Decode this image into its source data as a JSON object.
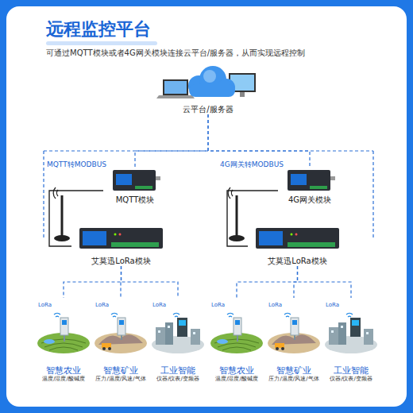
{
  "diagram": {
    "title": "远程监控平台",
    "caption": "可通过MQTT模块或者4G网关模块连接云平台/服务器，从而实现远程控制",
    "nodes": [
      {
        "text": [
          "云平台/服务器"
        ]
      },
      {
        "text": [
          "MQTT模块"
        ]
      },
      {
        "text": [
          "艾莫迅LoRa模块"
        ]
      },
      {
        "text": [
          "4G网关模块"
        ]
      },
      {
        "text": [
          "艾莫迅LoRa模块"
        ]
      },
      {
        "text": [
          "智慧农业",
          "温度/湿度/酸碱度"
        ]
      },
      {
        "text": [
          "智慧矿业",
          "压力/温度/风速/气体"
        ]
      },
      {
        "text": [
          "工业智能",
          "仪器/仪表/变频器"
        ]
      },
      {
        "text": [
          "智慧农业",
          "温度/湿度/酸碱度"
        ]
      },
      {
        "text": [
          "智慧矿业",
          "压力/温度/风速/气体"
        ]
      },
      {
        "text": [
          "工业智能",
          "仪器/仪表/变频器"
        ]
      }
    ],
    "edges": [
      {
        "from": 0,
        "to": 1,
        "arrow": "none"
      },
      {
        "from": 0,
        "to": 3,
        "arrow": "none"
      },
      {
        "from": 1,
        "to": 2,
        "arrow": "none"
      },
      {
        "from": 3,
        "to": 4,
        "arrow": "none"
      },
      {
        "from": 2,
        "to": 5,
        "arrow": "none"
      },
      {
        "from": 2,
        "to": 6,
        "arrow": "none"
      },
      {
        "from": 2,
        "to": 7,
        "arrow": "none"
      },
      {
        "from": 4,
        "to": 8,
        "arrow": "none"
      },
      {
        "from": 4,
        "to": 9,
        "arrow": "none"
      },
      {
        "from": 4,
        "to": 10,
        "arrow": "none"
      }
    ],
    "labels": [
      "MQTT转MODBUS",
      "4G网关转MODBUS",
      "LoRa",
      "LoRa",
      "LoRa",
      "LoRa",
      "LoRa",
      "LoRa"
    ]
  }
}
